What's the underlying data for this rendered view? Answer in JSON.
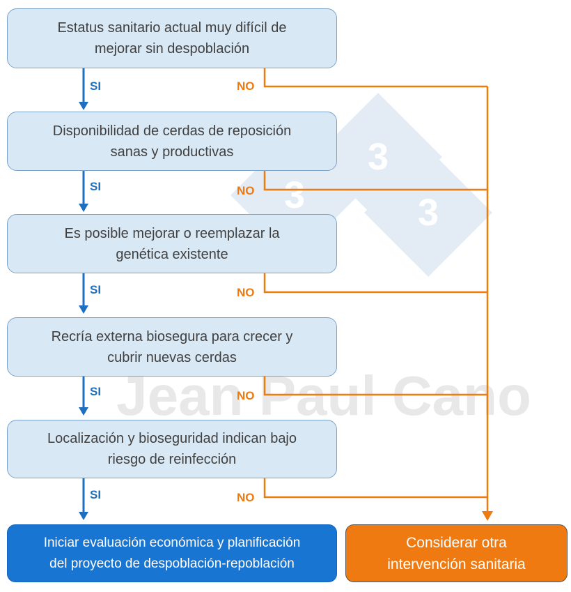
{
  "colors": {
    "box_fill": "#d9e8f5",
    "box_border": "#7ba3c9",
    "si_color": "#1f6fbf",
    "no_color": "#ee7a10",
    "end_left_fill": "#1875d1",
    "end_right_fill": "#f07a12",
    "watermark": "#dfe8f3"
  },
  "watermark": {
    "text": "Jean Paul Cano",
    "logo": "333"
  },
  "steps": [
    {
      "text": "Estatus sanitario actual muy difícil de\nmejorar sin despoblación",
      "yes": "SI",
      "no": "NO"
    },
    {
      "text": "Disponibilidad de cerdas de reposición\nsanas y productivas",
      "yes": "SI",
      "no": "NO"
    },
    {
      "text": "Es posible mejorar o reemplazar la\ngenética existente",
      "yes": "SI",
      "no": "NO"
    },
    {
      "text": "Recría externa biosegura para crecer y\ncubrir nuevas cerdas",
      "yes": "SI",
      "no": "NO"
    },
    {
      "text": "Localización y bioseguridad indican bajo\nriesgo de reinfección",
      "yes": "SI",
      "no": "NO"
    }
  ],
  "outcomes": {
    "yes": "Iniciar evaluación económica y planificación\ndel proyecto de despoblación-repoblación",
    "no": "Considerar otra\nintervención sanitaria"
  }
}
